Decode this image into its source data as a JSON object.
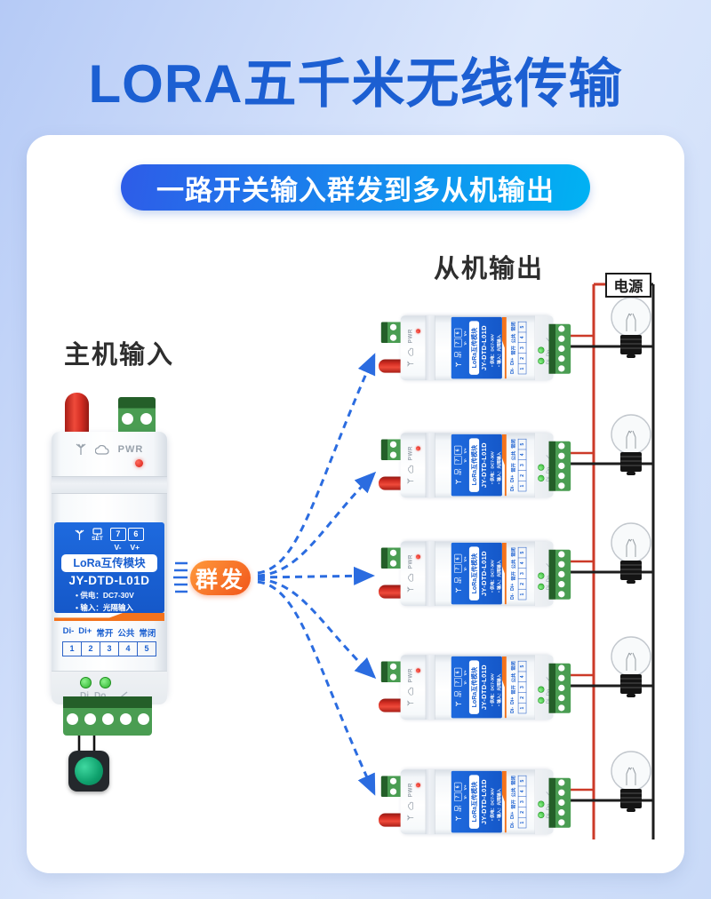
{
  "page": {
    "title": "LORA五千米无线传输",
    "banner": "一路开关输入群发到多从机输出",
    "master_label": "主机输入",
    "slaves_label": "从机输出",
    "broadcast_badge": "群发",
    "power_label": "电源"
  },
  "module": {
    "top": {
      "pwr_label": "PWR"
    },
    "panel": {
      "set_label": "SET",
      "pin7": "7",
      "pin6": "6",
      "v_minus": "V-",
      "v_plus": "V+",
      "product_name": "LoRa互传模块",
      "model": "JY-DTD-L01D",
      "spec_power": "• 供电：DC7-30V",
      "spec_input": "• 输入：光隔输入"
    },
    "io_labels": [
      "Di-",
      "Di+",
      "常开",
      "公共",
      "常闭"
    ],
    "io_pins": [
      "1",
      "2",
      "3",
      "4",
      "5"
    ],
    "bottom": {
      "di_label": "Di",
      "do_label": "Do"
    }
  },
  "colors": {
    "title": "#1c5fd2",
    "banner_start": "#2e5ce8",
    "banner_end": "#00b2f3",
    "badge_start": "#ff9a3c",
    "badge_end": "#f1551a",
    "module_blue": "#1558c9",
    "module_orange": "#f4731c",
    "terminal_green": "#4a9d52",
    "wire_red": "#cc3a28",
    "wire_black": "#1d1d1d",
    "arrow_blue": "#2b6ce0",
    "led_red": "#d81a10",
    "led_green": "#2db32d",
    "button_green": "#0ea06c"
  }
}
